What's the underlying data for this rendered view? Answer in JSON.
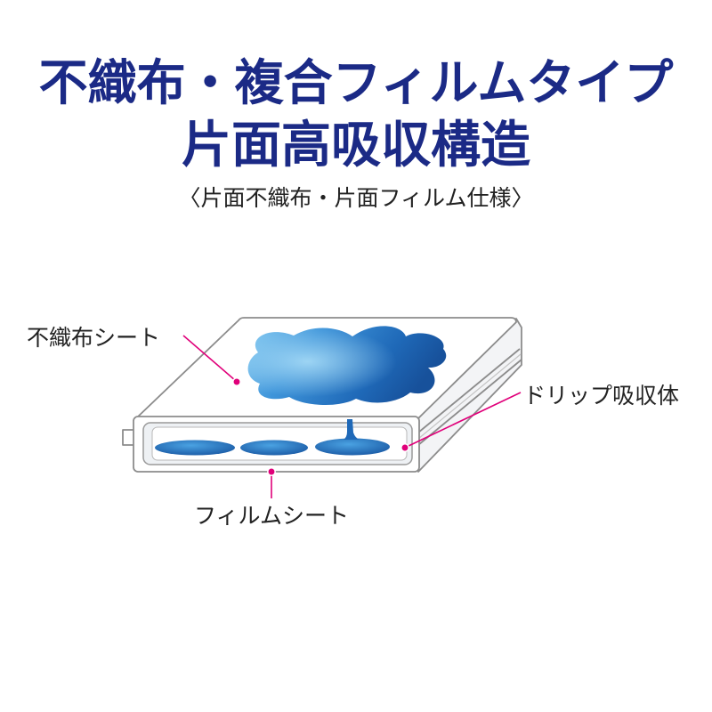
{
  "title": {
    "line1": "不織布・複合フィルムタイプ",
    "line2": "片面高吸収構造"
  },
  "subtitle": "〈片面不織布・片面フィルム仕様〉",
  "labels": {
    "nonwoven_sheet": "不織布シート",
    "drip_absorber": "ドリップ吸収体",
    "film_sheet": "フィルムシート"
  },
  "colors": {
    "title": "#1b2a86",
    "leader": "#e0007a",
    "liquid_light": "#7cc3ee",
    "liquid_dark": "#1a5aa5",
    "outline": "#8c8c8c"
  }
}
